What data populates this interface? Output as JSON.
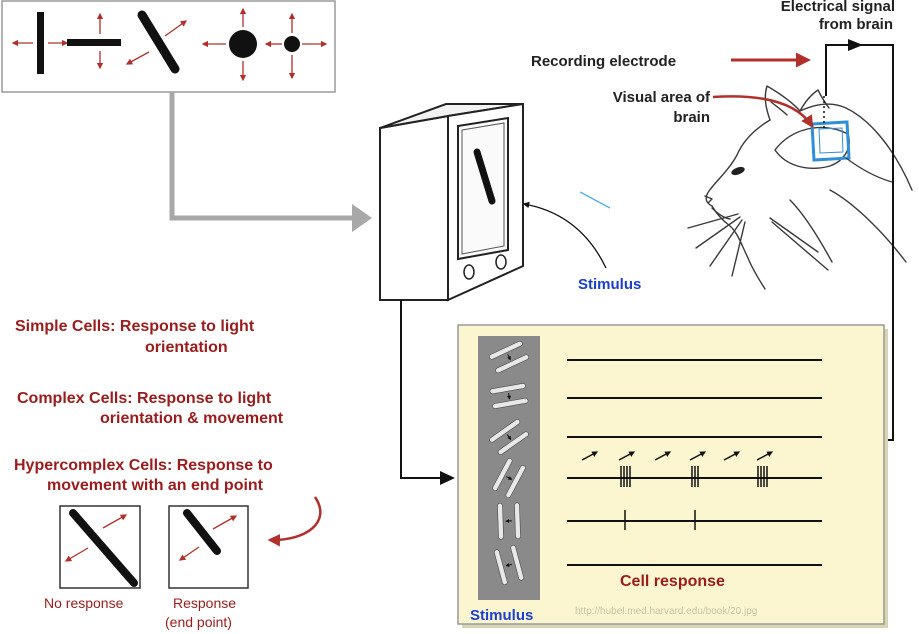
{
  "labels": {
    "electrical_signal": [
      "Electrical signal",
      "from brain"
    ],
    "recording_electrode": "Recording electrode",
    "visual_area": [
      "Visual area of",
      "brain"
    ],
    "stimulus_monitor": "Stimulus",
    "cell_response": "Cell response",
    "stimulus_panel": "Stimulus",
    "source_url": "http://hubel.med.harvard.edu/book/20.jpg"
  },
  "cell_types": [
    {
      "lines": [
        "Simple Cells: Response to light",
        "orientation"
      ]
    },
    {
      "lines": [
        "Complex Cells: Response to light",
        "orientation & movement"
      ]
    },
    {
      "lines": [
        "Hypercomplex Cells: Response to",
        "movement with an end point"
      ]
    }
  ],
  "examples": [
    {
      "lines": [
        "No response"
      ]
    },
    {
      "lines": [
        "Response",
        "(end point)"
      ]
    }
  ],
  "colors": {
    "label_red": "#9b1c1c",
    "arrow_red": "#b2302c",
    "stimulus_blue": "#1b3fd1",
    "panel_background": "#fbf6cf",
    "electrode_blue": "#2f8fd8"
  }
}
